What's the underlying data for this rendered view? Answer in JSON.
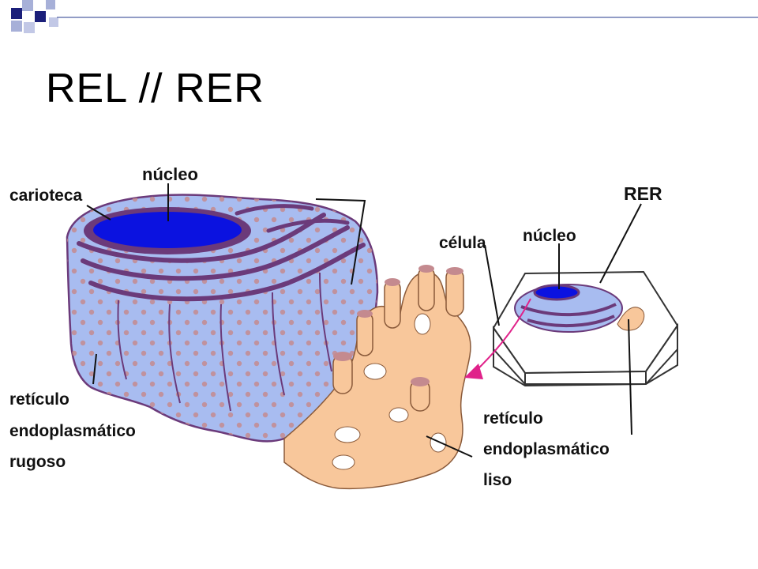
{
  "slide": {
    "title": "REL // RER"
  },
  "colors": {
    "decor_dark": "#1b1f7a",
    "decor_light": "#a7b0d8",
    "decor_line": "#6f7bb4",
    "rer_fill": "#a8bcf0",
    "membrane": "#6b3a7a",
    "ribosome": "#c48a8f",
    "rel_fill": "#f8c79b",
    "nucleus": "#0b12e0",
    "arrow": "#e0228a"
  },
  "diagram": {
    "labels": {
      "carioteca": "carioteca",
      "nucleo_main": "núcleo",
      "celula": "célula",
      "nucleo_cell": "núcleo",
      "rer": "RER",
      "rer_full": [
        "retículo",
        "endoplasmático",
        "rugoso"
      ],
      "rel_full": [
        "retículo",
        "endoplasmático",
        "liso"
      ]
    }
  }
}
